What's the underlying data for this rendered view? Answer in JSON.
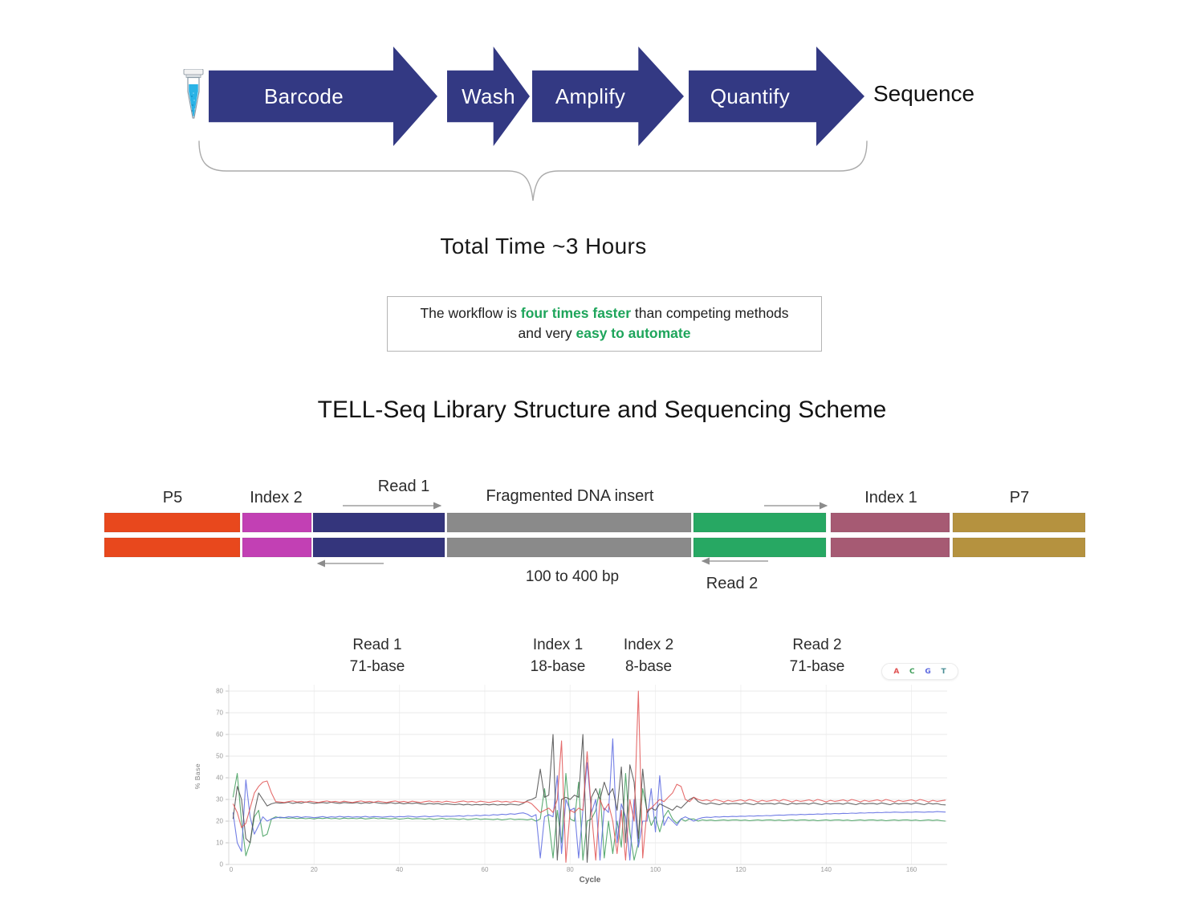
{
  "workflow": {
    "steps": [
      {
        "label": "Barcode"
      },
      {
        "label": "Wash"
      },
      {
        "label": "Amplify"
      },
      {
        "label": "Quantify"
      }
    ],
    "final_label": "Sequence",
    "arrow_color": "#333983",
    "total_time": "Total Time ~3 Hours"
  },
  "note": {
    "line1_prefix": "The workflow is ",
    "line1_highlight": "four times faster",
    "line1_suffix": " than competing methods",
    "line2_prefix": "and very ",
    "line2_highlight": "easy to automate",
    "highlight_color": "#1ea55b"
  },
  "library": {
    "title": "TELL-Seq Library Structure and Sequencing Scheme",
    "labels": [
      "P5",
      "Index 2",
      "Read 1",
      "Fragmented DNA insert",
      "Index 1",
      "P7"
    ],
    "read2_label": "Read 2",
    "insert_size_label": "100 to 400 bp",
    "segment_colors": {
      "p5": "#e8481d",
      "index2": "#c240b4",
      "read1_primer": "#34357c",
      "insert": "#8a8a8a",
      "linker": "#27a863",
      "index1": "#a65a73",
      "p7": "#b5923f"
    }
  },
  "chart_data": {
    "type": "line",
    "xlabel": "Cycle",
    "ylabel": "% Base",
    "xlim": [
      0,
      168
    ],
    "ylim": [
      0,
      80
    ],
    "xticks": [
      0,
      20,
      40,
      60,
      80,
      100,
      120,
      140,
      160
    ],
    "yticks": [
      0,
      10,
      20,
      30,
      40,
      50,
      60,
      70,
      80
    ],
    "grid": "on",
    "legend_position": "top-right",
    "region_labels": [
      {
        "line1": "Read 1",
        "line2": "71-base"
      },
      {
        "line1": "Index 1",
        "line2": "18-base"
      },
      {
        "line1": "Index 2",
        "line2": "8-base"
      },
      {
        "line1": "Read 2",
        "line2": "71-base"
      }
    ],
    "legend": [
      {
        "label": "A",
        "color": "#e05353"
      },
      {
        "label": "C",
        "color": "#3f9e5a"
      },
      {
        "label": "G",
        "color": "#5b68e0"
      },
      {
        "label": "T",
        "color": "#4b8f96"
      }
    ],
    "series": [
      {
        "name": "C",
        "color": "#3f9e5a",
        "values": [
          31,
          42,
          20,
          4,
          10,
          22,
          25,
          13,
          14,
          21,
          22,
          21.5,
          21.6,
          21.3,
          21.5,
          21.2,
          21.4,
          21.1,
          21.3,
          21.0,
          21.4,
          21.2,
          21.5,
          21.1,
          21.3,
          21.0,
          21.4,
          21.2,
          21.3,
          21.1,
          21.4,
          21.0,
          21.2,
          21.5,
          21.1,
          21.3,
          21.2,
          21.0,
          21.3,
          20.9,
          21.1,
          21.4,
          21.0,
          21.2,
          21.1,
          20.9,
          21.2,
          20.8,
          21.0,
          21.3,
          20.9,
          21.1,
          21.0,
          20.8,
          21.1,
          20.7,
          20.9,
          21.2,
          20.8,
          21.0,
          20.9,
          20.7,
          21.0,
          20.6,
          20.8,
          21.1,
          20.7,
          20.9,
          20.8,
          20.6,
          21,
          20,
          21,
          35,
          20,
          3,
          25,
          10,
          42,
          21,
          20,
          38,
          2,
          20,
          21,
          25,
          35,
          3,
          20,
          5,
          20,
          8,
          42,
          15,
          2,
          10,
          35,
          25,
          18,
          22,
          15,
          22,
          25,
          21,
          19,
          21,
          20,
          21,
          21,
          20,
          20.6,
          20.3,
          20.5,
          20.2,
          20.4,
          20.6,
          20.3,
          20.5,
          20.6,
          20.3,
          20.5,
          20.2,
          20.4,
          20.6,
          20.3,
          20.5,
          20.6,
          20.3,
          20.5,
          20.2,
          20.4,
          20.6,
          20.3,
          20.5,
          20.6,
          20.3,
          20.5,
          20.2,
          20.4,
          20.6,
          20.3,
          20.5,
          20.6,
          20.3,
          20.5,
          20.2,
          20.4,
          20.6,
          20.3,
          20.5,
          20.6,
          20.3,
          20.5,
          20.2,
          20.4,
          20.6,
          20.3,
          20.5,
          20.6,
          20.3,
          20.5,
          20.2,
          20.4,
          20.6,
          20.3,
          20.5,
          20.2,
          20.0
        ]
      },
      {
        "name": "G",
        "color": "#5b68e0",
        "values": [
          24,
          10,
          6,
          39,
          22,
          14,
          18,
          22,
          20,
          21,
          21.5,
          21.8,
          21.6,
          22.0,
          21.8,
          22.1,
          21.7,
          22.0,
          21.9,
          21.6,
          21.8,
          22.1,
          21.7,
          22.0,
          21.8,
          22.2,
          21.9,
          22.1,
          21.8,
          22.0,
          21.9,
          22.2,
          21.8,
          22.1,
          22.0,
          21.8,
          22.0,
          22.2,
          21.9,
          22.1,
          22.0,
          22.3,
          22.1,
          21.9,
          22.1,
          22.3,
          22.0,
          22.2,
          22.4,
          22.1,
          22.3,
          22.2,
          22.3,
          22.5,
          22.2,
          22.6,
          22.4,
          22.7,
          22.5,
          22.8,
          22.6,
          23.0,
          22.8,
          23.2,
          23.0,
          23.4,
          23.2,
          23.6,
          23.8,
          23.2,
          22,
          23,
          3,
          22,
          23,
          22,
          41,
          5,
          30,
          25,
          26,
          3,
          25,
          47,
          24,
          30,
          2,
          26,
          24,
          58,
          10,
          28,
          22,
          2,
          30,
          8,
          20,
          20,
          35,
          15,
          41,
          18,
          22,
          20,
          18,
          21,
          22,
          21,
          20,
          21,
          21.6,
          21.8,
          21.7,
          22.0,
          21.9,
          22.1,
          22.0,
          22.2,
          22.1,
          22.3,
          22.2,
          22.4,
          22.3,
          22.5,
          22.4,
          22.6,
          22.5,
          22.7,
          22.8,
          22.7,
          22.9,
          23.0,
          22.9,
          23.1,
          23.0,
          23.2,
          23.1,
          23.3,
          23.2,
          23.4,
          23.3,
          23.5,
          23.4,
          23.6,
          23.5,
          23.7,
          23.6,
          23.8,
          23.7,
          23.9,
          23.8,
          24.0,
          23.9,
          24.1,
          24.0,
          24.2,
          24.1,
          24.0,
          24.2,
          24.1,
          24.3,
          24.2,
          24.1,
          24.3,
          24.2,
          24.4,
          24.3,
          24.2
        ]
      },
      {
        "name": "T",
        "color": "#4b4b4b",
        "values": [
          21,
          36,
          30,
          12,
          10,
          24,
          33,
          30,
          27,
          28,
          28.5,
          28.3,
          28.4,
          28.7,
          28.2,
          28.6,
          28.3,
          28.8,
          28.5,
          28.2,
          28.4,
          28.6,
          28.3,
          28.7,
          28.4,
          28.2,
          28.6,
          28.4,
          28.3,
          28.6,
          28.2,
          28.5,
          28.3,
          28.7,
          28.4,
          28.2,
          28.2,
          28.5,
          28.1,
          28.4,
          28.0,
          28.3,
          28.1,
          28.4,
          28.0,
          27.8,
          28.2,
          27.9,
          28.1,
          27.7,
          28.0,
          27.8,
          27.6,
          27.9,
          27.5,
          27.8,
          27.4,
          27.7,
          27.5,
          27.8,
          27.5,
          27.8,
          27.4,
          27.7,
          27.5,
          27.9,
          27.6,
          27.4,
          28.2,
          29.5,
          30,
          31,
          44,
          31,
          32,
          60,
          2,
          30,
          31,
          30,
          32,
          31,
          60,
          1,
          31,
          35,
          30,
          38,
          32,
          35,
          25,
          45,
          10,
          46,
          38,
          12,
          44,
          24,
          26,
          25,
          28,
          27,
          26,
          25,
          27,
          26,
          28,
          30,
          31,
          29,
          28.2,
          27.8,
          28.4,
          28.0,
          27.6,
          28.3,
          27.9,
          28.1,
          28.2,
          27.8,
          28.4,
          28.0,
          27.6,
          28.3,
          27.9,
          28.1,
          28.2,
          27.8,
          28.4,
          28.0,
          27.6,
          28.3,
          27.9,
          28.1,
          28.2,
          27.8,
          28.4,
          28.0,
          27.6,
          28.3,
          27.9,
          28.1,
          28.2,
          27.8,
          28.4,
          28.0,
          27.6,
          28.3,
          27.9,
          28.1,
          28.2,
          27.8,
          28.4,
          28.0,
          27.6,
          28.3,
          27.9,
          28.1,
          28.2,
          27.8,
          28.4,
          28.0,
          27.6,
          28.3,
          27.9,
          28.1,
          27.6,
          27.5
        ]
      },
      {
        "name": "A",
        "color": "#e05353",
        "values": [
          28,
          24,
          17,
          19,
          26,
          33,
          36,
          38,
          38.5,
          33,
          29,
          28.8,
          28.6,
          29,
          29.3,
          28.8,
          29.1,
          28.7,
          29.2,
          28.9,
          28.6,
          29,
          29.3,
          28.8,
          29.1,
          28.7,
          29.2,
          28.9,
          28.6,
          29,
          29.3,
          28.8,
          29.1,
          28.7,
          29.2,
          28.9,
          28.6,
          29,
          29.3,
          28.8,
          29.1,
          28.7,
          29.2,
          28.9,
          28.6,
          29,
          29.3,
          28.8,
          29.1,
          28.7,
          29.2,
          28.9,
          28.6,
          29,
          29.3,
          28.8,
          29.1,
          28.7,
          29.2,
          28.9,
          28.6,
          29,
          29.3,
          28.8,
          29.1,
          28.7,
          29.2,
          28.9,
          28.6,
          29,
          28,
          26,
          24,
          25,
          26,
          24,
          30,
          57,
          1,
          25,
          24,
          26,
          25,
          52,
          24,
          2,
          30,
          25,
          28,
          20,
          5,
          25,
          2,
          30,
          20,
          80,
          3,
          25,
          26,
          28,
          30,
          29,
          31,
          33,
          37,
          36,
          30,
          29,
          31,
          30,
          29.4,
          29.8,
          29.2,
          30,
          29.5,
          28.9,
          29.6,
          29.1,
          29.4,
          29.8,
          29.2,
          30,
          29.5,
          28.9,
          29.6,
          29.1,
          29.4,
          29.8,
          29.2,
          30,
          29.5,
          28.9,
          29.6,
          29.1,
          29.4,
          29.8,
          29.2,
          30,
          29.5,
          28.9,
          29.6,
          29.1,
          29.4,
          29.8,
          29.2,
          30,
          29.5,
          28.9,
          29.6,
          29.1,
          29.4,
          29.8,
          29.2,
          30,
          29.5,
          28.9,
          29.6,
          29.1,
          29.4,
          29.8,
          29.2,
          30,
          29.5,
          28.9,
          29.6,
          29.1,
          29.4,
          29.7
        ]
      }
    ]
  }
}
